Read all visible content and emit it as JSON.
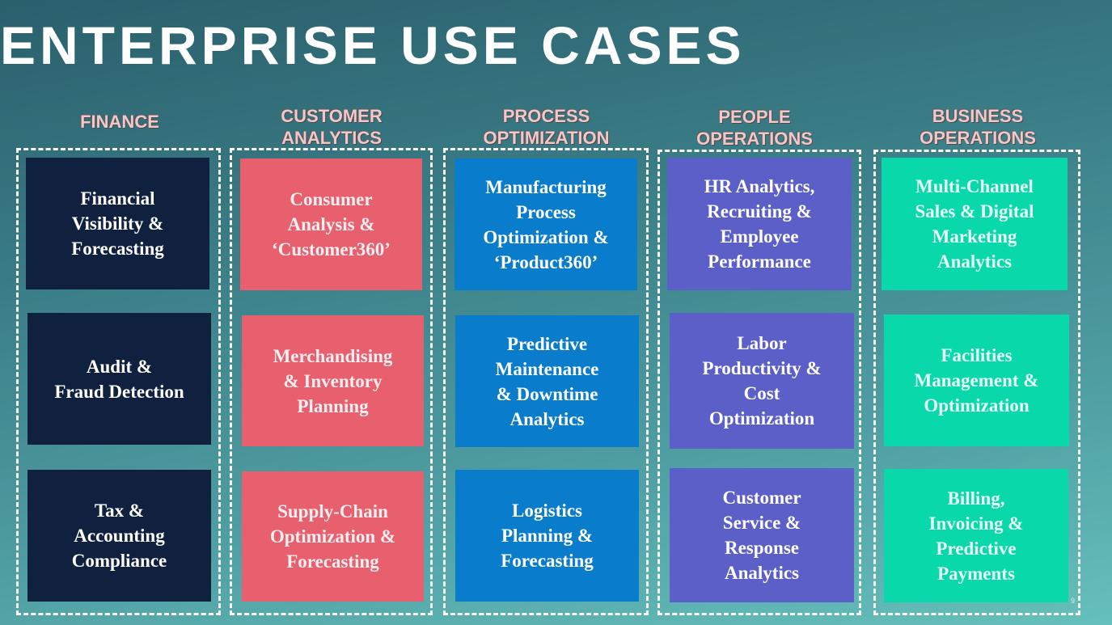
{
  "title": "ENTERPRISE USE CASES",
  "page_number": "9",
  "columns": [
    {
      "heading": "FINANCE",
      "cards": [
        "Financial\nVisibility &\nForecasting",
        "Audit &\nFraud Detection",
        "Tax &\nAccounting\nCompliance"
      ]
    },
    {
      "heading": "CUSTOMER\nANALYTICS",
      "cards": [
        "Consumer\nAnalysis &\n‘Customer360’",
        "Merchandising\n& Inventory\nPlanning",
        "Supply-Chain\nOptimization &\nForecasting"
      ]
    },
    {
      "heading": "PROCESS\nOPTIMIZATION",
      "cards": [
        "Manufacturing\nProcess\nOptimization &\n‘Product360’",
        "Predictive\nMaintenance\n& Downtime\nAnalytics",
        "Logistics\nPlanning &\nForecasting"
      ]
    },
    {
      "heading": "PEOPLE\nOPERATIONS",
      "cards": [
        "HR Analytics,\nRecruiting &\nEmployee\nPerformance",
        "Labor\nProductivity &\nCost\nOptimization",
        "Customer\nService &\nResponse\nAnalytics"
      ]
    },
    {
      "heading": "BUSINESS\nOPERATIONS",
      "cards": [
        "Multi-Channel\nSales & Digital\nMarketing\nAnalytics",
        "Facilities\nManagement &\nOptimization",
        "Billing,\nInvoicing &\nPredictive\nPayments"
      ]
    }
  ]
}
